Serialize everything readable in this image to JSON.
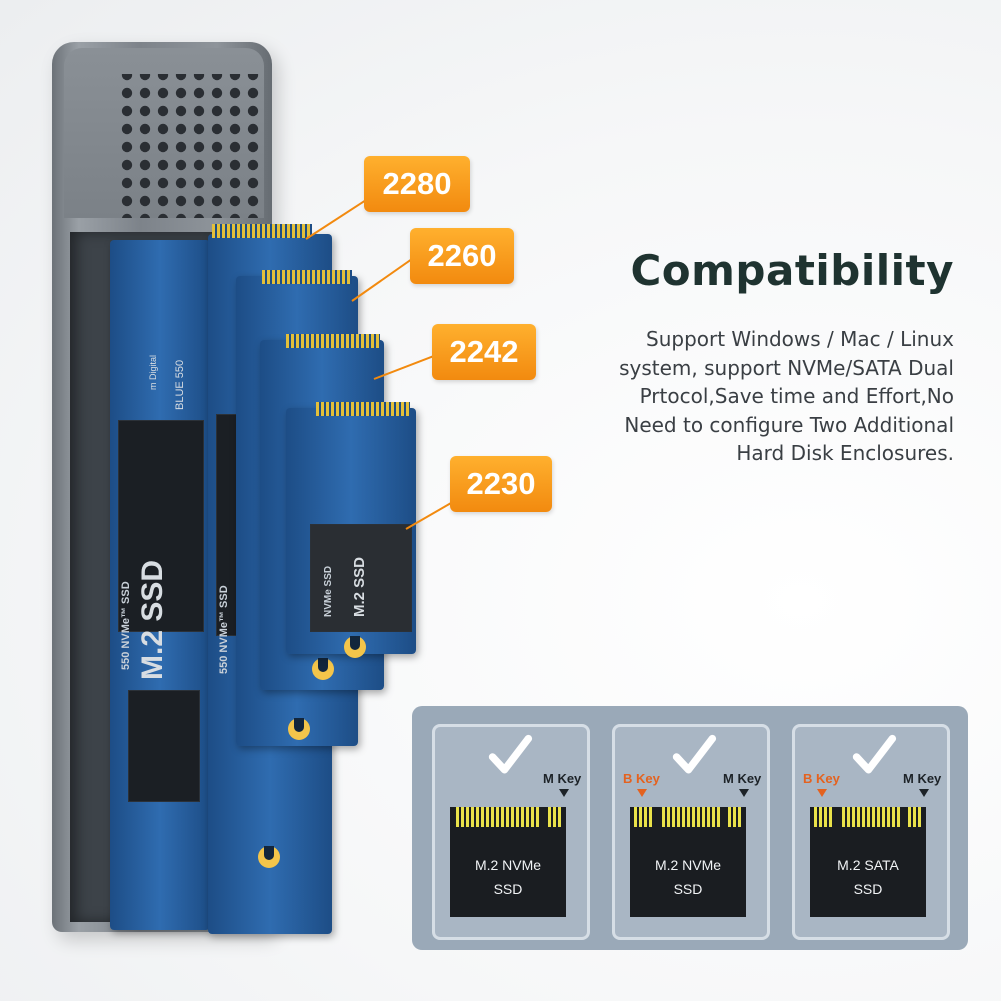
{
  "callouts": [
    "2280",
    "2260",
    "2242",
    "2230"
  ],
  "board_labels": {
    "big_title": "M.2 SSD",
    "series": "550 NVMe™ SSD",
    "brand": "m Digital",
    "model": "BLUE 550",
    "small_series": "NVMe SSD"
  },
  "heading": "Compatibility",
  "description": [
    "Support Windows / Mac / Linux",
    "system, support NVMe/SATA Dual",
    "Prtocol,Save time and Effort,No",
    "Need to configure Two Additional",
    "Hard Disk Enclosures."
  ],
  "key_cards": [
    {
      "b_key": "",
      "m_key": "M Key",
      "line1": "M.2 NVMe",
      "line2": "SSD"
    },
    {
      "b_key": "B Key",
      "m_key": "M Key",
      "line1": "M.2 NVMe",
      "line2": "SSD"
    },
    {
      "b_key": "B Key",
      "m_key": "M Key",
      "line1": "M.2 SATA",
      "line2": "SSD"
    }
  ],
  "colors": {
    "accent": "#f28a0f",
    "headline": "#1f3330",
    "board": "#2f6cb0",
    "panel": "#9aa9b8"
  },
  "icons": [
    "check-icon"
  ]
}
